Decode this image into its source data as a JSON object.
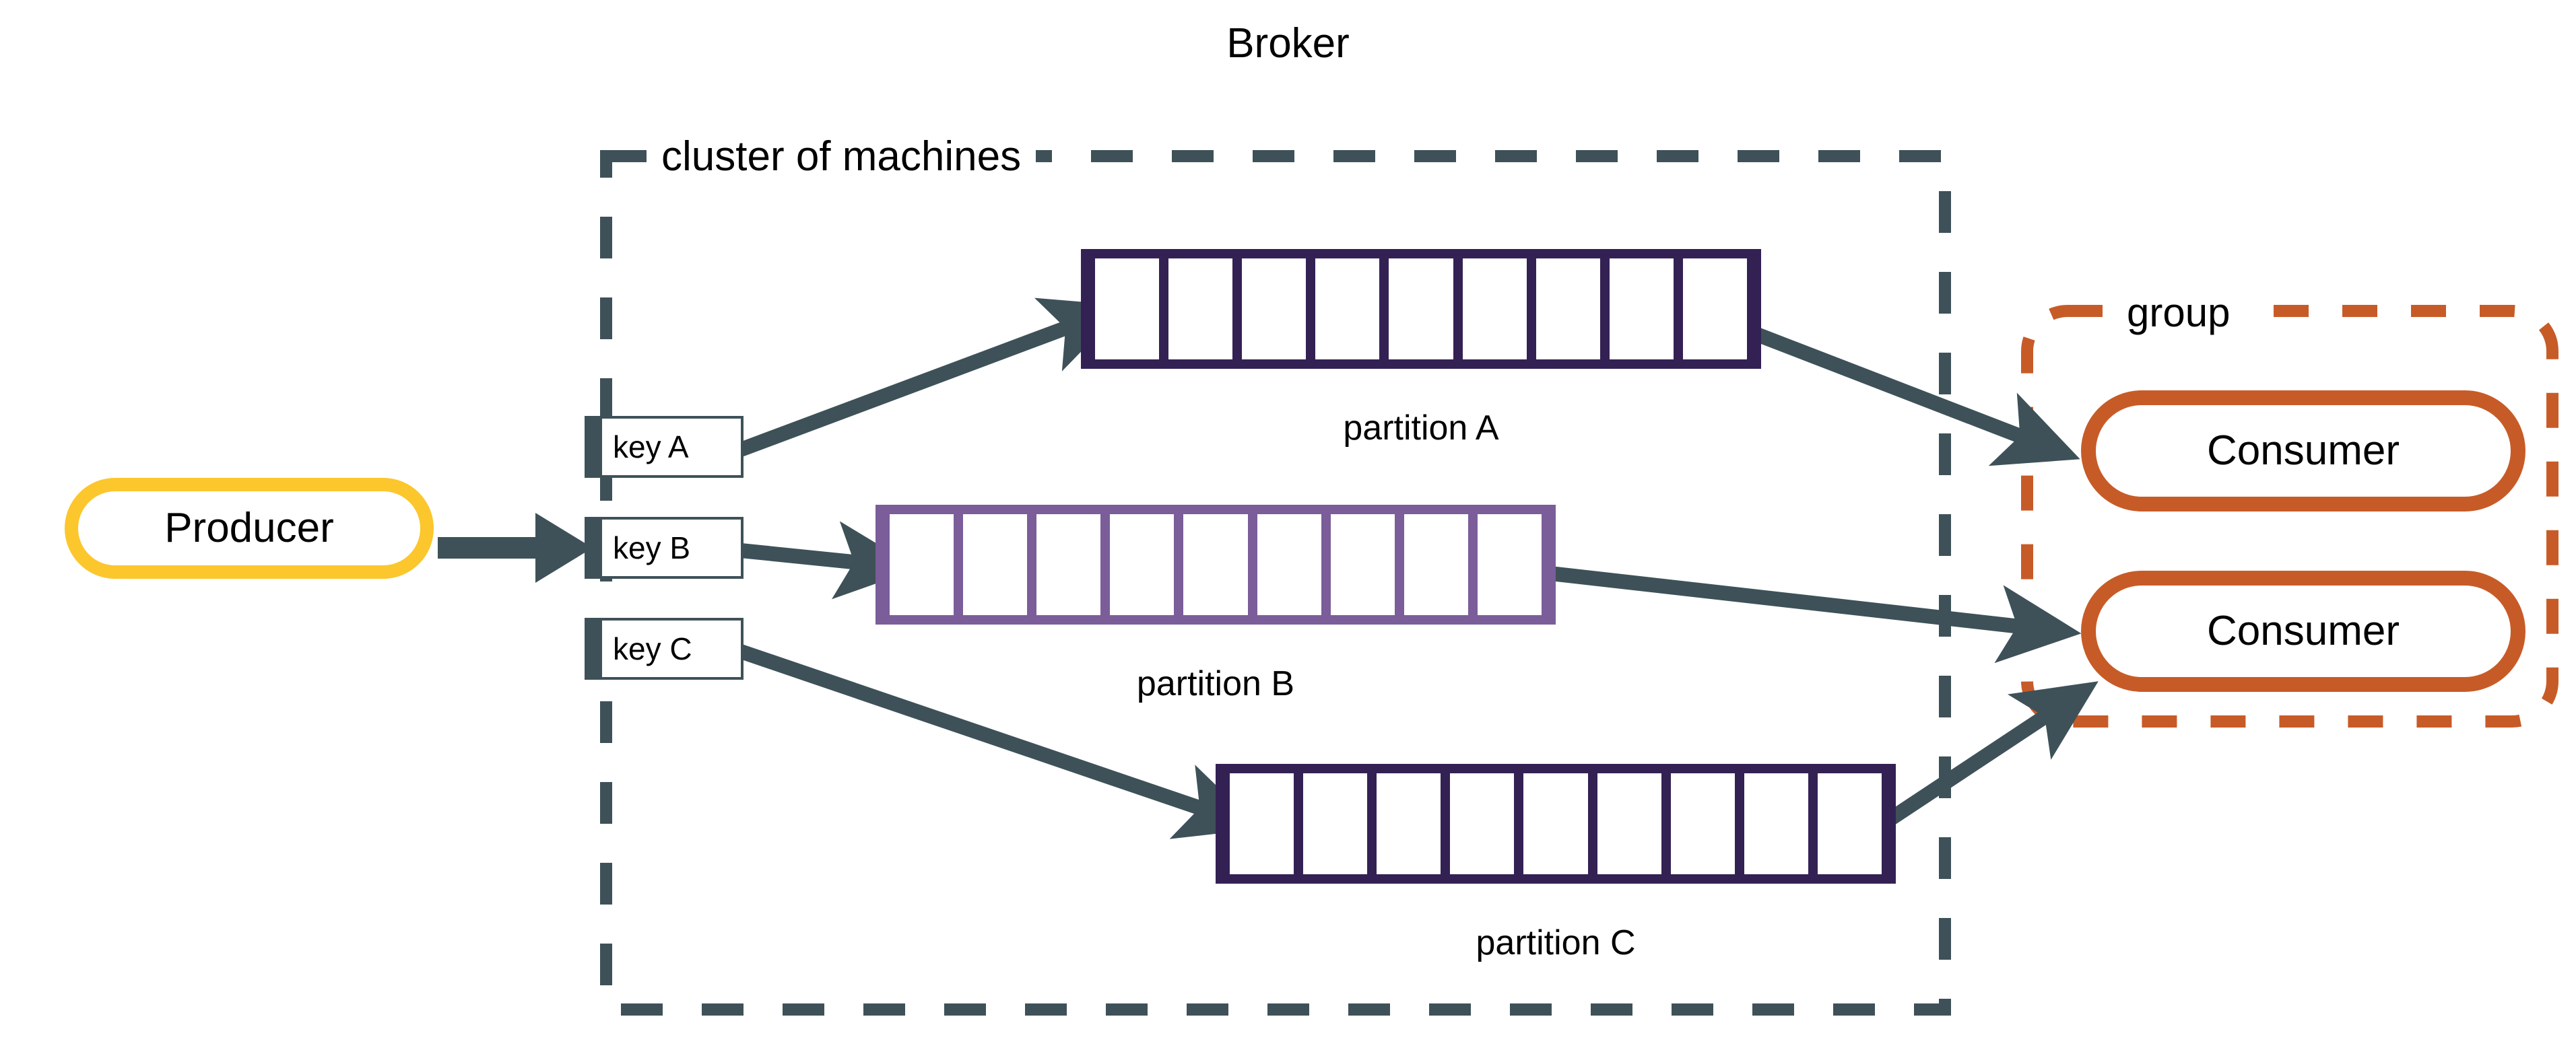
{
  "diagram": {
    "title": "Broker",
    "background": "#ffffff"
  },
  "colors": {
    "slate": "#3E5158",
    "yellow": "#FCC62D",
    "orange": "#C75B27",
    "purple_dark": "#332154",
    "purple_light": "#7B5D99",
    "text": "#000000"
  },
  "cluster": {
    "label": "cluster of machines",
    "border_style": "dashed",
    "border_color": "#3E5158"
  },
  "producer": {
    "label": "Producer",
    "border_color": "#FCC62D"
  },
  "keys": [
    {
      "label": "key A",
      "name": "key-chip-a"
    },
    {
      "label": "key B",
      "name": "key-chip-b"
    },
    {
      "label": "key C",
      "name": "key-chip-c"
    }
  ],
  "partitions": [
    {
      "label": "partition A",
      "cells": 9,
      "color": "#332154"
    },
    {
      "label": "partition B",
      "cells": 9,
      "color": "#7B5D99"
    },
    {
      "label": "partition C",
      "cells": 9,
      "color": "#332154"
    }
  ],
  "group": {
    "label": "group",
    "border_style": "dashed",
    "border_color": "#C75B27"
  },
  "consumers": [
    {
      "label": "Consumer",
      "name": "consumer-node-1"
    },
    {
      "label": "Consumer",
      "name": "consumer-node-2"
    }
  ],
  "flows": [
    {
      "from": "producer",
      "to": "key B",
      "style": "thick-arrow"
    },
    {
      "from": "key A",
      "to": "partition A",
      "style": "arrow"
    },
    {
      "from": "key B",
      "to": "partition B",
      "style": "arrow"
    },
    {
      "from": "key C",
      "to": "partition C",
      "style": "arrow"
    },
    {
      "from": "partition A",
      "to": "Consumer 1",
      "style": "arrow"
    },
    {
      "from": "partition B",
      "to": "Consumer 2",
      "style": "arrow"
    },
    {
      "from": "partition C",
      "to": "Consumer 2",
      "style": "arrow"
    }
  ]
}
